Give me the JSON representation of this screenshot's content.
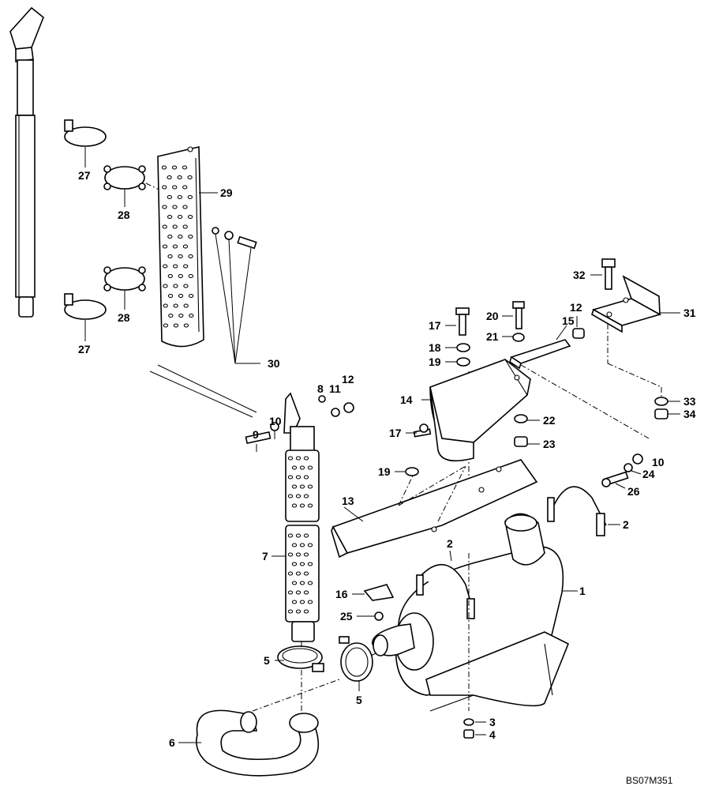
{
  "drawing_code": "BS07M351",
  "callouts": [
    "1",
    "2",
    "2",
    "3",
    "4",
    "5",
    "5",
    "6",
    "7",
    "8",
    "9",
    "10",
    "10",
    "11",
    "12",
    "12",
    "13",
    "14",
    "15",
    "16",
    "17",
    "17",
    "18",
    "19",
    "19",
    "20",
    "21",
    "22",
    "23",
    "24",
    "25",
    "26",
    "27",
    "27",
    "28",
    "28",
    "29",
    "30",
    "31",
    "32",
    "33",
    "34"
  ]
}
